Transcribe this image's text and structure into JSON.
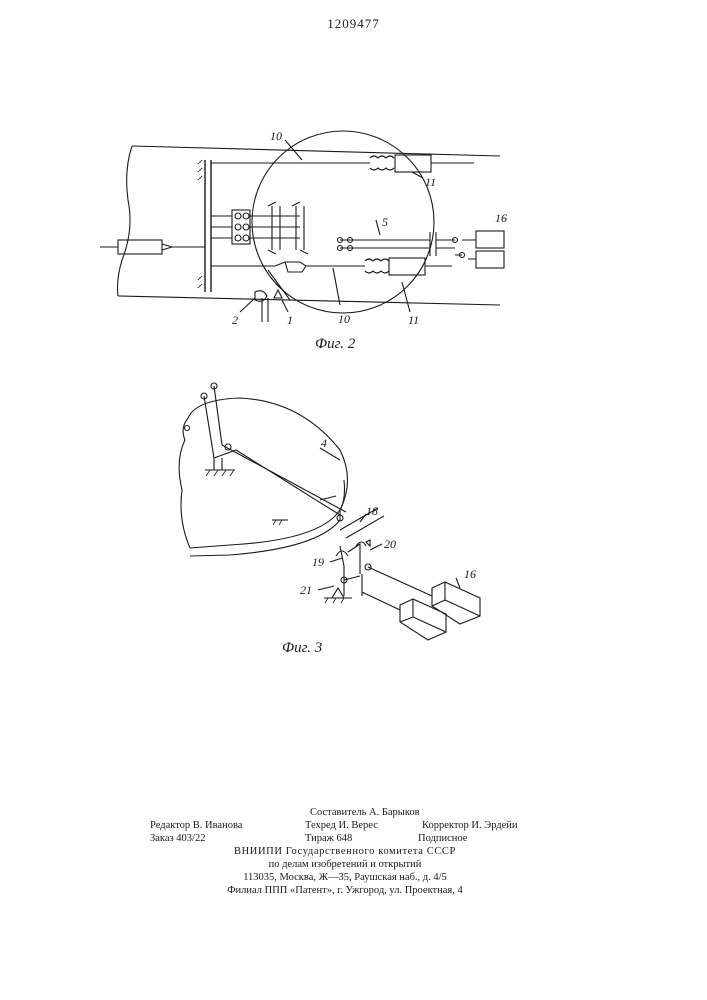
{
  "patent_number": "1209477",
  "figures": [
    {
      "caption": "Фиг. 2",
      "labels": {
        "l10a": "10",
        "l10b": "10",
        "l11a": "11",
        "l11b": "11",
        "l5": "5",
        "l16": "16",
        "l2": "2",
        "l1": "1"
      }
    },
    {
      "caption": "Фиг. 3",
      "labels": {
        "l4": "4",
        "l18": "18",
        "l20": "20",
        "l19": "19",
        "l21": "21",
        "l16": "16"
      }
    }
  ],
  "imprint": {
    "compiler": "Составитель А. Барыков",
    "editor": "Редактор В. Иванова",
    "techred": "Техред И. Верес",
    "corrector": "Корректор И. Эрдейи",
    "order": "Заказ 403/22",
    "circulation": "Тираж 648",
    "subscription": "Подписное",
    "org": "ВНИИПИ Государственного комитета СССР",
    "org_dept": "по делам изобретений и открытий",
    "address": "113035, Москва, Ж—35, Раушская наб., д. 4/5",
    "branch": "Филиал ППП «Патент», г. Ужгород, ул. Проектная, 4"
  }
}
